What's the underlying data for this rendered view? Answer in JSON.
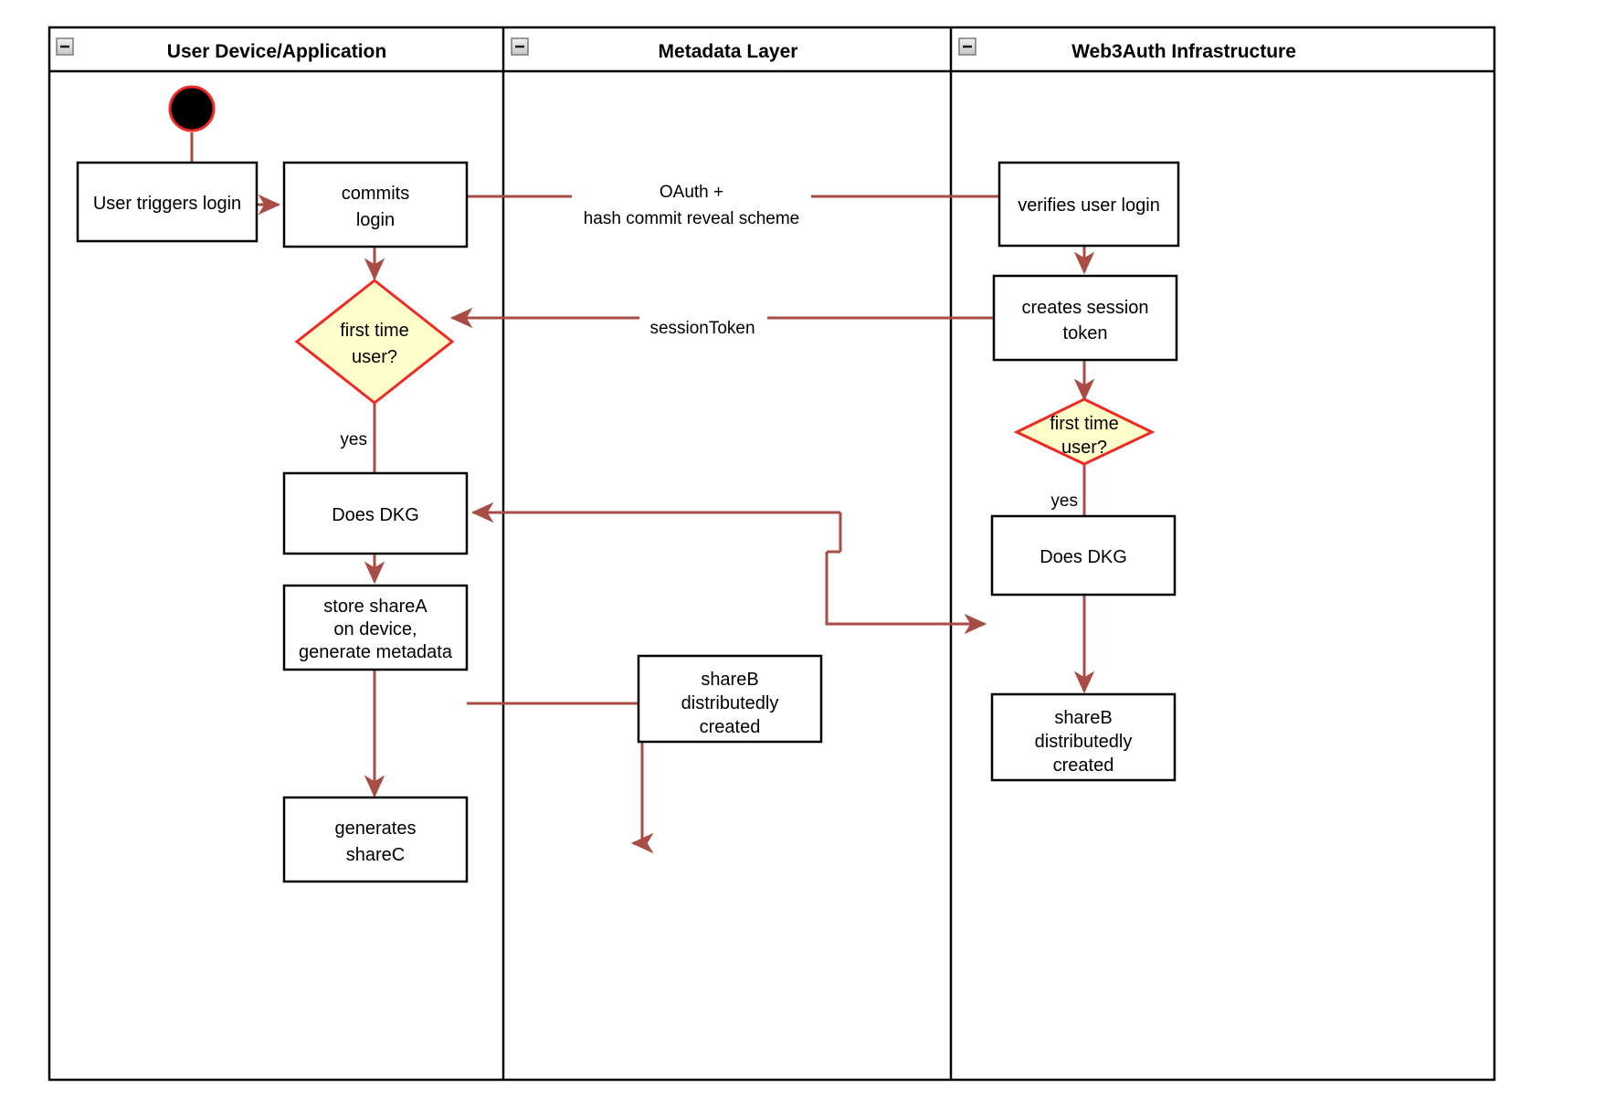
{
  "diagram": {
    "title": "Web3Auth login key generation activity diagram",
    "type": "uml-activity-swimlane",
    "colors": {
      "edge": "#a84c45",
      "decision_border": "#ee2a23",
      "decision_fill": "#ffffcc",
      "node_border": "#000000",
      "node_fill": "#ffffff",
      "lane_border": "#000000",
      "start_ring": "#ee2a23",
      "start_fill": "#000000",
      "collapse_icon_fill": "#d4d4d4",
      "background": "#ffffff"
    },
    "lanes": [
      {
        "id": "user",
        "title": "User Device/Application",
        "collapse_icon": "minus-box-icon"
      },
      {
        "id": "metadata",
        "title": "Metadata Layer",
        "collapse_icon": "minus-box-icon"
      },
      {
        "id": "web3auth",
        "title": "Web3Auth Infrastructure",
        "collapse_icon": "minus-box-icon"
      }
    ],
    "nodes": [
      {
        "id": "start",
        "lane": "user",
        "kind": "initial-node",
        "label": ""
      },
      {
        "id": "user-triggers-login",
        "lane": "user",
        "kind": "action",
        "lines": [
          "User triggers login"
        ]
      },
      {
        "id": "commits-login",
        "lane": "user",
        "kind": "action",
        "lines": [
          "commits",
          "login"
        ]
      },
      {
        "id": "first-time-user-left",
        "lane": "user",
        "kind": "decision",
        "lines": [
          "first time",
          "user?"
        ]
      },
      {
        "id": "does-dkg-left",
        "lane": "user",
        "kind": "action",
        "lines": [
          "Does DKG"
        ]
      },
      {
        "id": "store-sharea",
        "lane": "user",
        "kind": "action",
        "lines": [
          "store shareA",
          "on device,",
          "generate metadata"
        ]
      },
      {
        "id": "generates-sharec",
        "lane": "user",
        "kind": "action",
        "lines": [
          "generates",
          "shareC"
        ]
      },
      {
        "id": "shareb-metadata",
        "lane": "metadata",
        "kind": "action",
        "lines": [
          "shareB",
          "distributedly",
          "created"
        ]
      },
      {
        "id": "verifies-user-login",
        "lane": "web3auth",
        "kind": "action",
        "lines": [
          "verifies user login"
        ]
      },
      {
        "id": "creates-session-token",
        "lane": "web3auth",
        "kind": "action",
        "lines": [
          "creates session",
          "token"
        ]
      },
      {
        "id": "first-time-user-right",
        "lane": "web3auth",
        "kind": "decision",
        "lines": [
          "first time",
          "user?"
        ]
      },
      {
        "id": "does-dkg-right",
        "lane": "web3auth",
        "kind": "action",
        "lines": [
          "Does DKG"
        ]
      },
      {
        "id": "shareb-web3auth",
        "lane": "web3auth",
        "kind": "action",
        "lines": [
          "shareB",
          "distributedly",
          "created"
        ]
      }
    ],
    "edges": [
      {
        "from": "start",
        "to": "user-triggers-login",
        "label": ""
      },
      {
        "from": "user-triggers-login",
        "to": "commits-login",
        "label": ""
      },
      {
        "from": "commits-login",
        "to": "verifies-user-login",
        "label": "OAuth +\nhash commit reveal scheme",
        "label_lines": [
          "OAuth +",
          "hash commit reveal scheme"
        ]
      },
      {
        "from": "commits-login",
        "to": "first-time-user-left",
        "label": ""
      },
      {
        "from": "verifies-user-login",
        "to": "creates-session-token",
        "label": ""
      },
      {
        "from": "creates-session-token",
        "to": "first-time-user-left",
        "label": "sessionToken",
        "label_lines": [
          "sessionToken"
        ]
      },
      {
        "from": "creates-session-token",
        "to": "first-time-user-right",
        "label": ""
      },
      {
        "from": "first-time-user-left",
        "to": "does-dkg-left",
        "label": "yes",
        "label_lines": [
          "yes"
        ]
      },
      {
        "from": "first-time-user-right",
        "to": "does-dkg-right",
        "label": "yes",
        "label_lines": [
          "yes"
        ]
      },
      {
        "from": "metadata-junction",
        "to": "does-dkg-left",
        "label": ""
      },
      {
        "from": "metadata-junction",
        "to": "does-dkg-right",
        "label": ""
      },
      {
        "from": "does-dkg-left",
        "to": "store-sharea",
        "label": ""
      },
      {
        "from": "store-sharea",
        "to": "shareb-metadata",
        "label": ""
      },
      {
        "from": "store-sharea",
        "to": "generates-sharec",
        "label": ""
      },
      {
        "from": "does-dkg-right",
        "to": "shareb-web3auth",
        "label": ""
      }
    ],
    "edge_labels": {
      "oauth_line1": "OAuth +",
      "oauth_line2": "hash commit reveal scheme",
      "session_token": "sessionToken",
      "yes_left": "yes",
      "yes_right": "yes"
    },
    "node_labels": {
      "user_triggers_login": "User triggers login",
      "commits_l1": "commits",
      "commits_l2": "login",
      "first_time_left_l1": "first time",
      "first_time_left_l2": "user?",
      "does_dkg_left": "Does DKG",
      "store_sharea_l1": "store shareA",
      "store_sharea_l2": "on device,",
      "store_sharea_l3": "generate metadata",
      "generates_sharec_l1": "generates",
      "generates_sharec_l2": "shareC",
      "shareb_meta_l1": "shareB",
      "shareb_meta_l2": "distributedly",
      "shareb_meta_l3": "created",
      "verifies_user_login": "verifies user login",
      "creates_session_l1": "creates session",
      "creates_session_l2": "token",
      "first_time_right_l1": "first time",
      "first_time_right_l2": "user?",
      "does_dkg_right": "Does DKG",
      "shareb_web3_l1": "shareB",
      "shareb_web3_l2": "distributedly",
      "shareb_web3_l3": "created"
    }
  }
}
